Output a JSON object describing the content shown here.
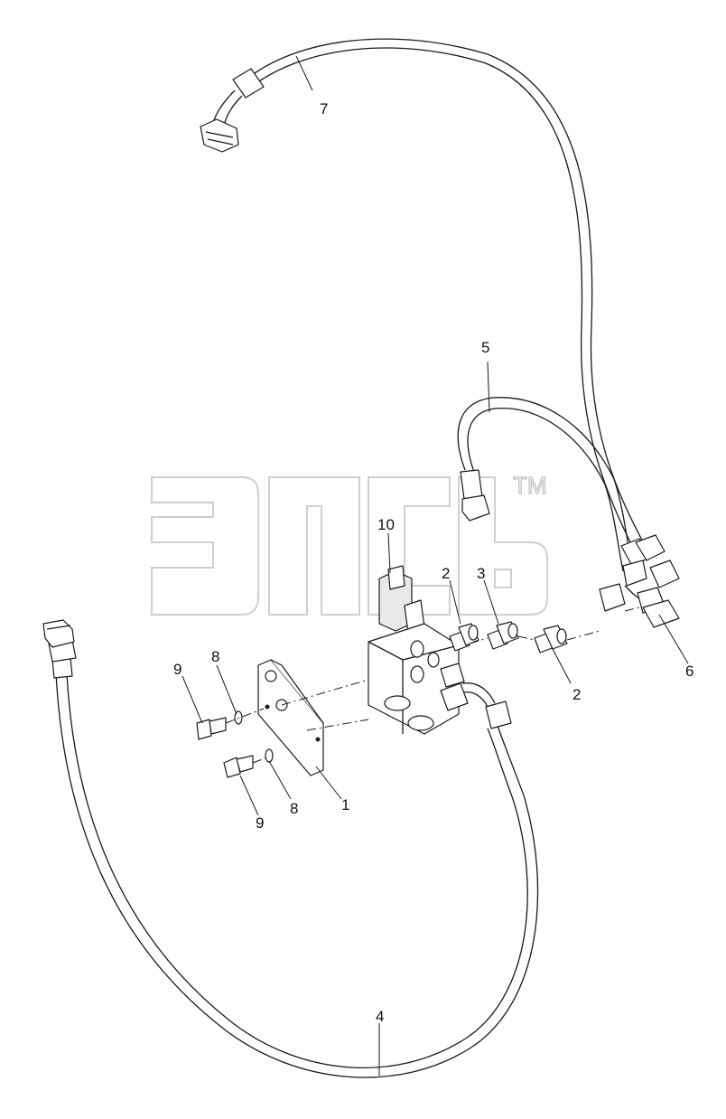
{
  "watermark": {
    "mark": "TM"
  },
  "callouts": {
    "c1": "1",
    "c2a": "2",
    "c2b": "2",
    "c3": "3",
    "c4": "4",
    "c5": "5",
    "c6": "6",
    "c7": "7",
    "c8a": "8",
    "c8b": "8",
    "c9a": "9",
    "c9b": "9",
    "c10": "10"
  }
}
